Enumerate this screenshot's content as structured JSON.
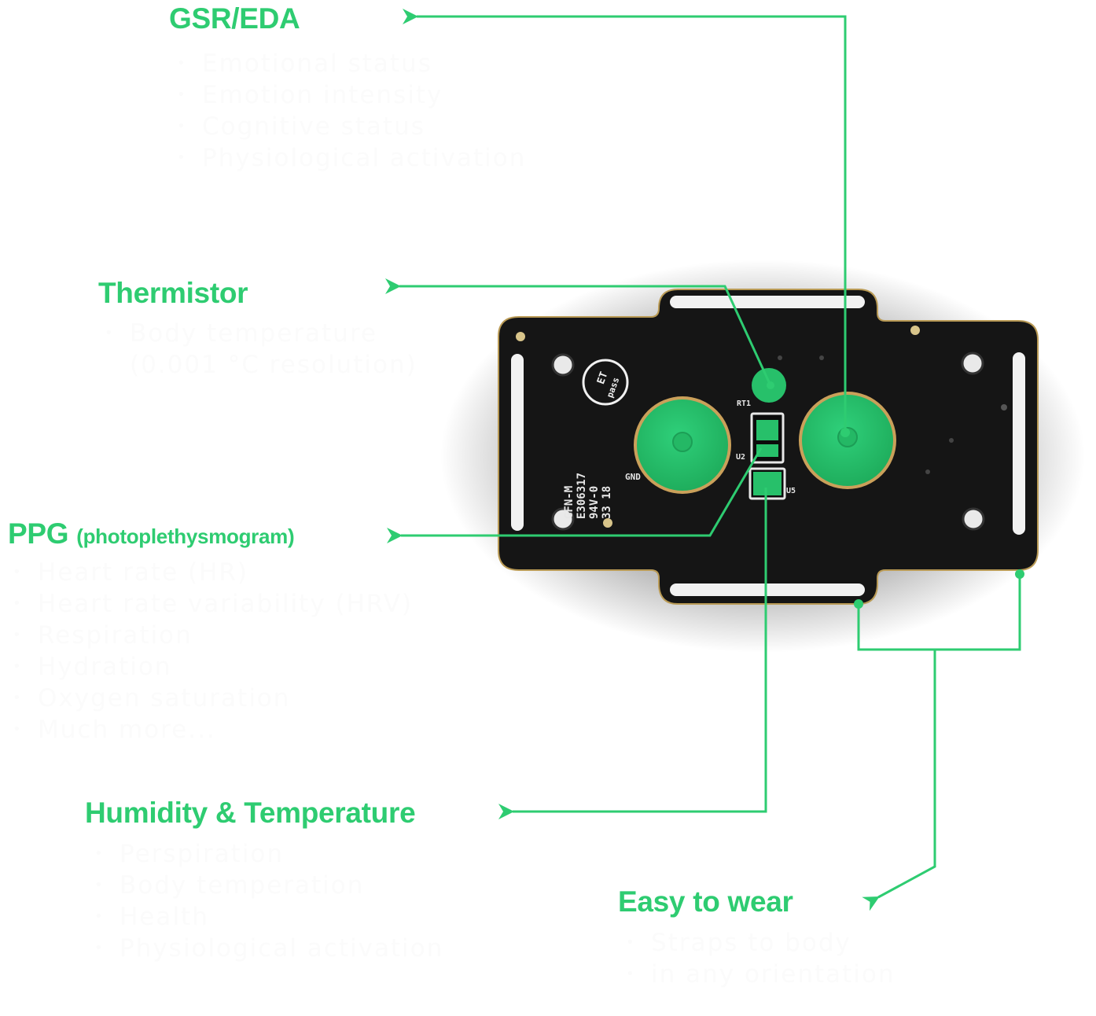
{
  "sections": {
    "gsr": {
      "title": "GSR/EDA",
      "items": [
        "Emotional status",
        "Emotion intensity",
        "Cognitive status",
        "Physiological activation"
      ]
    },
    "thermistor": {
      "title": "Thermistor",
      "items": [
        "Body temperature",
        "(0.001 °C resolution)"
      ]
    },
    "ppg": {
      "title": "PPG",
      "subtitle": "(photoplethysmogram)",
      "items": [
        "Heart rate (HR)",
        "Heart rate variability (HRV)",
        "Respiration",
        "Hydration",
        "Oxygen saturation",
        "Much more..."
      ]
    },
    "humidity": {
      "title": "Humidity & Temperature",
      "items": [
        "Perspiration",
        "Body temperation",
        "Health",
        "Physiological activation"
      ]
    },
    "wear": {
      "title": "Easy to wear",
      "items": [
        "Straps to body",
        "in any orientation"
      ]
    }
  },
  "board_silkscreen": {
    "logo_line1": "ET",
    "logo_line2": "pass",
    "rt1": "RT1",
    "u2": "U2",
    "u5": "U5",
    "gnd": "GND",
    "marking_1": "GFN-M",
    "marking_2": "E306317",
    "marking_3": "94V-0",
    "marking_4": "33 18"
  },
  "colors": {
    "accent": "#2ecc71",
    "board": "#141414",
    "pad": "#27c06a",
    "bullet_text": "#fbfbfb"
  }
}
